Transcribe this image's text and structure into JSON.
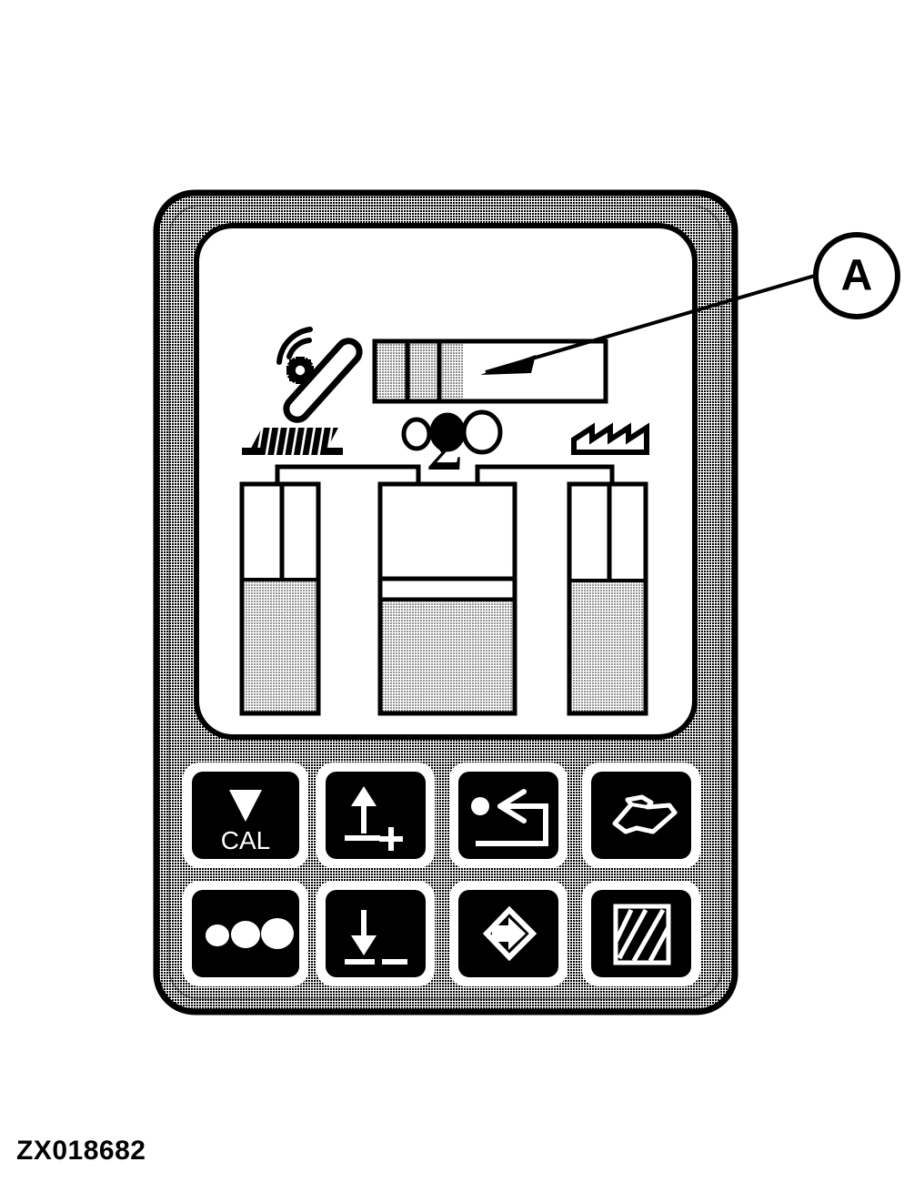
{
  "figure": {
    "id_label": "ZX018682",
    "callout_label": "A",
    "callout_target": "display-top-bargraph"
  },
  "device": {
    "name": "monitor-control-unit",
    "display": {
      "name": "lcd-display",
      "icons": {
        "sensor_wand": "wand-gear-icon",
        "field_rows": "field-rows-icon",
        "factory": "factory-icon",
        "sum_symbol": "Σ"
      },
      "top_bargraph": {
        "name": "top-bargraph",
        "total_segments": 8,
        "filled_segments": 3,
        "divider_positions": [
          2,
          3
        ]
      },
      "indicator_dots": [
        {
          "name": "indicator-dot-small",
          "filled": false,
          "size": "small"
        },
        {
          "name": "indicator-dot-medium",
          "filled": true,
          "size": "medium"
        },
        {
          "name": "indicator-dot-large",
          "filled": false,
          "size": "large"
        }
      ],
      "gauges": [
        {
          "name": "left-gauge",
          "source_icon": "field-rows-icon",
          "fill_percent": 58,
          "marker_percent": 100
        },
        {
          "name": "center-gauge",
          "source_icon": "sum-symbol",
          "fill_percent": 57,
          "band_top_percent": 70,
          "band_bottom_percent": 62
        },
        {
          "name": "right-gauge",
          "source_icon": "factory-icon",
          "fill_percent": 62,
          "marker_percent": 100
        }
      ]
    },
    "keypad": {
      "name": "keypad",
      "rows": [
        [
          {
            "name": "cal-button",
            "icon": "triangle-down-icon",
            "label": "CAL"
          },
          {
            "name": "raise-increase-button",
            "icon": "arrow-up-plus-icon",
            "label": ""
          },
          {
            "name": "return-enter-button",
            "icon": "return-arrow-dot-icon",
            "label": ""
          },
          {
            "name": "field-map-button",
            "icon": "field-map-icon",
            "label": ""
          }
        ],
        [
          {
            "name": "dots-button",
            "icon": "three-dots-icon",
            "label": ""
          },
          {
            "name": "lower-decrease-button",
            "icon": "arrow-down-minus-icon",
            "label": ""
          },
          {
            "name": "transfer-button",
            "icon": "arrow-diamond-icon",
            "label": ""
          },
          {
            "name": "area-hatch-button",
            "icon": "hatched-square-icon",
            "label": ""
          }
        ]
      ]
    }
  },
  "colors": {
    "ink": "#000000",
    "paper": "#ffffff",
    "bezel_halftone": "#9c9c9c",
    "bezel_halftone_light": "#b5b5b5",
    "gauge_fill": "#c9c9c9",
    "key_face": "#000000"
  }
}
